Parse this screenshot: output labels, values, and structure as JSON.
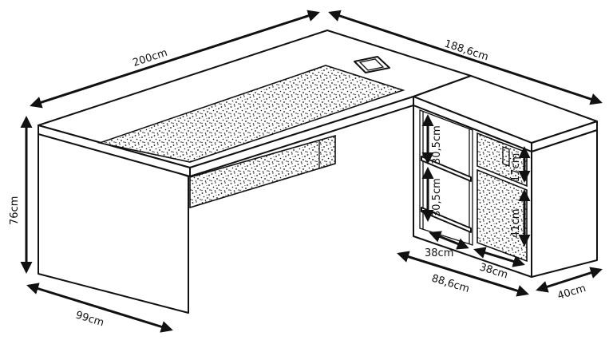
{
  "dimensions": {
    "width_main": "200cm",
    "width_return": "188,6cm",
    "height": "76cm",
    "depth_main": "99cm",
    "cabinet_width": "88,6cm",
    "cabinet_depth": "40cm",
    "shelf_width": "38cm",
    "drawer_width": "38cm",
    "shelf_height_top": "30,5cm",
    "shelf_height_bottom": "30,5cm",
    "drawer_small_height": "17cm",
    "drawer_large_height": "41cm"
  },
  "colors": {
    "line": "#111111",
    "background": "#ffffff"
  }
}
